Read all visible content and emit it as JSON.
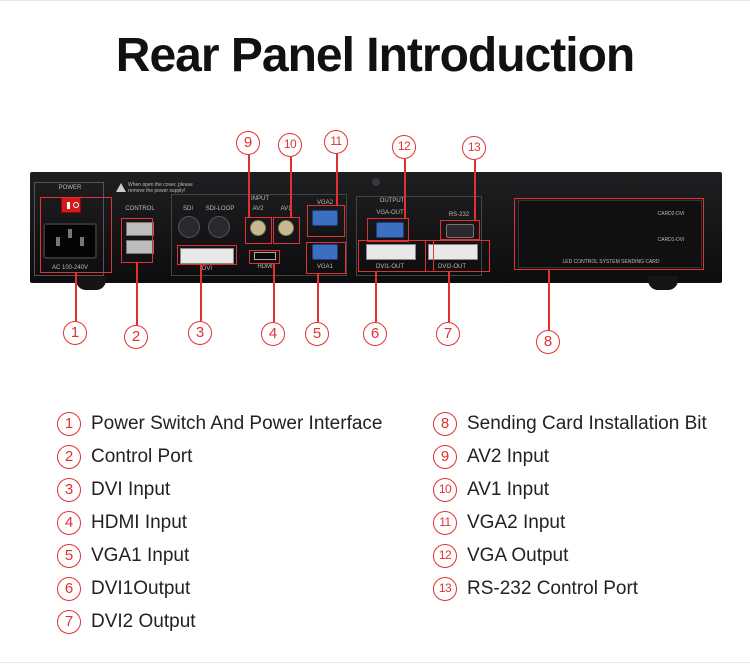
{
  "title": "Rear Panel Introduction",
  "panel_labels": {
    "power": "POWER",
    "warning": "When open the cover, please remove the power supply!",
    "voltage": "AC 100-240V",
    "control": "CONTROL",
    "sdi": "SDI",
    "sdi_loop": "SDI-LOOP",
    "input": "INPUT",
    "av2": "AV2",
    "av1": "AV1",
    "vga2": "VGA2",
    "dvi": "DVI",
    "hdmi": "HDMI",
    "vga1": "VGA1",
    "output": "OUTPUT",
    "vga_out": "VGA-OUT",
    "rs232": "RS-232",
    "dvi1_out": "DVI1-OUT",
    "dvi2_out": "DVI2-OUT",
    "card2": "CARD2-DVI",
    "card1": "CARD1-DVI",
    "sending_card": "LED CONTROL SYSTEM SENDING CARD"
  },
  "callouts": [
    {
      "number": "1",
      "label": "Power Switch And Power Interface"
    },
    {
      "number": "2",
      "label": "Control Port"
    },
    {
      "number": "3",
      "label": "DVI Input"
    },
    {
      "number": "4",
      "label": "HDMI Input"
    },
    {
      "number": "5",
      "label": "VGA1 Input"
    },
    {
      "number": "6",
      "label": "DVI1Output"
    },
    {
      "number": "7",
      "label": "DVI2 Output"
    },
    {
      "number": "8",
      "label": "Sending Card Installation Bit"
    },
    {
      "number": "9",
      "label": "AV2 Input"
    },
    {
      "number": "10",
      "label": "AV1 Input"
    },
    {
      "number": "11",
      "label": "VGA2 Input"
    },
    {
      "number": "12",
      "label": "VGA Output"
    },
    {
      "number": "13",
      "label": "RS-232 Control Port"
    }
  ],
  "colors": {
    "accent": "#e53030",
    "device": "#141416",
    "text": "#222222"
  }
}
